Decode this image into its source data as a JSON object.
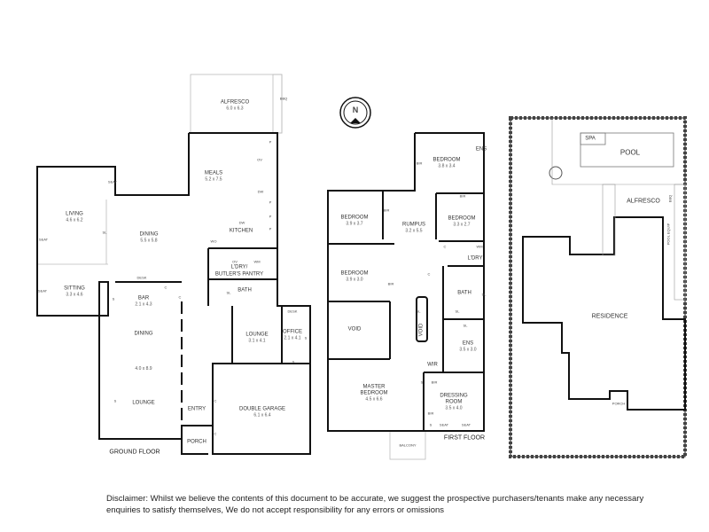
{
  "compass": {
    "letter": "N"
  },
  "ground_floor": {
    "title": "GROUND FLOOR",
    "rooms": [
      {
        "label": "ALFRESCO",
        "dim": "6.0 x 6.3"
      },
      {
        "label": "MEALS",
        "dim": "5.2 x 7.5"
      },
      {
        "label": "KITCHEN",
        "dim": ""
      },
      {
        "label": "LIVING",
        "dim": "4.6 x 6.2"
      },
      {
        "label": "DINING",
        "dim": "5.5 x 5.8"
      },
      {
        "label": "SITTING",
        "dim": "3.3 x 4.6"
      },
      {
        "label": "L'DRY/",
        "dim": ""
      },
      {
        "label": "BUTLER'S PANTRY",
        "dim": ""
      },
      {
        "label": "BATH",
        "dim": ""
      },
      {
        "label": "BAR",
        "dim": "2.1 x 4.3"
      },
      {
        "label": "DINING",
        "dim": ""
      },
      {
        "label": "",
        "dim": "4.0 x 8.9"
      },
      {
        "label": "LOUNGE",
        "dim": ""
      },
      {
        "label": "LOUNGE",
        "dim": "3.1 x 4.1"
      },
      {
        "label": "OFFICE",
        "dim": "2.1 x 4.1"
      },
      {
        "label": "ENTRY",
        "dim": ""
      },
      {
        "label": "PORCH",
        "dim": ""
      },
      {
        "label": "DOUBLE GARAGE",
        "dim": "6.1 x 6.4"
      }
    ],
    "fixtures": [
      "BBQ",
      "P",
      "OV",
      "DW",
      "DW",
      "P",
      "P",
      "P",
      "WO",
      "OV",
      "WM",
      "SEAT",
      "SL",
      "SEAT",
      "SEAT",
      "DESK",
      "C",
      "C",
      "S",
      "SL",
      "DESK",
      "S",
      "S",
      "S",
      "C",
      "C"
    ]
  },
  "first_floor": {
    "title": "FIRST FLOOR",
    "rooms": [
      {
        "label": "BEDROOM",
        "dim": "3.8 x 3.4"
      },
      {
        "label": "ENS",
        "dim": ""
      },
      {
        "label": "BEDROOM",
        "dim": "3.9 x 3.7"
      },
      {
        "label": "RUMPUS",
        "dim": "3.2 x 5.5"
      },
      {
        "label": "BEDROOM",
        "dim": "3.3 x 2.7"
      },
      {
        "label": "L'DRY",
        "dim": ""
      },
      {
        "label": "BEDROOM",
        "dim": "3.9 x 3.0"
      },
      {
        "label": "BATH",
        "dim": ""
      },
      {
        "label": "VOID",
        "dim": ""
      },
      {
        "label": "VOID",
        "dim": ""
      },
      {
        "label": "ENS",
        "dim": "3.5 x 3.0"
      },
      {
        "label": "WIR",
        "dim": ""
      },
      {
        "label": "MASTER",
        "dim": ""
      },
      {
        "label": "BEDROOM",
        "dim": "4.5 x 6.6"
      },
      {
        "label": "DRESSING",
        "dim": ""
      },
      {
        "label": "ROOM",
        "dim": "3.5 x 4.0"
      },
      {
        "label": "BALCONY",
        "dim": ""
      }
    ],
    "fixtures": [
      "BIR",
      "BIR",
      "BIR",
      "BIR",
      "C",
      "WM",
      "C",
      "SL",
      "SL",
      "SL",
      "SL",
      "S",
      "BIR",
      "BIR",
      "S",
      "SEAT",
      "SEAT"
    ]
  },
  "site": {
    "labels": [
      "SPA",
      "POOL",
      "ALFRESCO",
      "RESIDENCE",
      "PORCH",
      "BBQ",
      "POOL EQUIP"
    ]
  },
  "disclaimer": {
    "line1": "Disclaimer: Whilst we believe the contents of this document to be accurate, we suggest the prospective purchasers/tenants make any necessary",
    "line2": "enquiries to satisfy themselves, We do not accept responsibility for any errors or omissions"
  }
}
